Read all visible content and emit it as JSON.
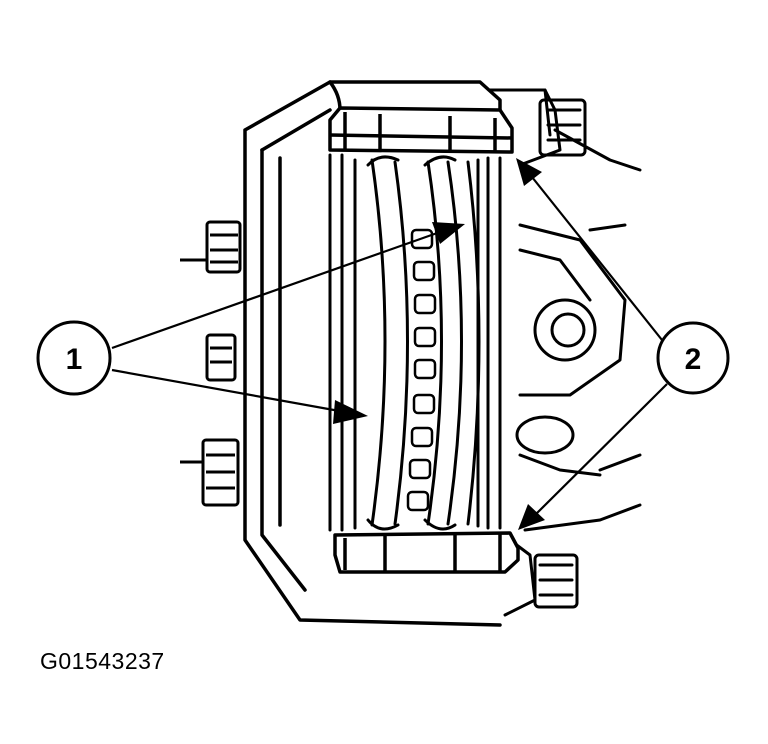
{
  "callouts": [
    {
      "label": "1"
    },
    {
      "label": "2"
    }
  ],
  "figure_id": "G01543237",
  "colors": {
    "ink": "#000000",
    "paper": "#ffffff"
  }
}
